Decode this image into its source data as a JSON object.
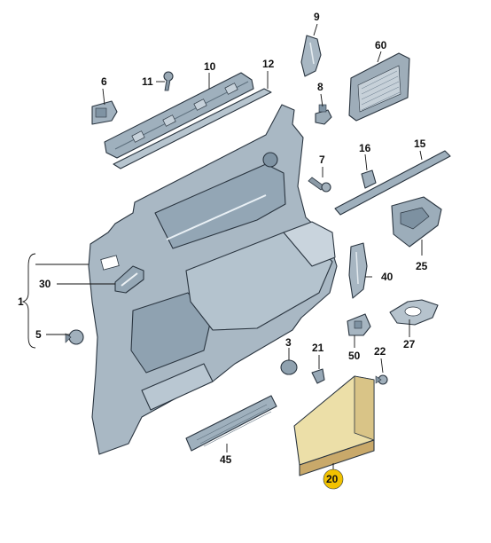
{
  "diagram": {
    "callouts": {
      "c1": "1",
      "c3": "3",
      "c5": "5",
      "c6": "6",
      "c7": "7",
      "c8": "8",
      "c9": "9",
      "c10": "10",
      "c11": "11",
      "c12": "12",
      "c15": "15",
      "c16": "16",
      "c20": "20",
      "c21": "21",
      "c22": "22",
      "c25": "25",
      "c27": "27",
      "c30": "30",
      "c40": "40",
      "c45": "45",
      "c50": "50",
      "c60": "60"
    },
    "colors": {
      "panel": "#a9b8c4",
      "panel_dark": "#7f93a3",
      "panel_light": "#c9d4dd",
      "outline": "#2a3540",
      "sponge": "#ecdfa8",
      "sponge_side": "#c9a96a",
      "highlight_badge": "#f2c200"
    }
  }
}
